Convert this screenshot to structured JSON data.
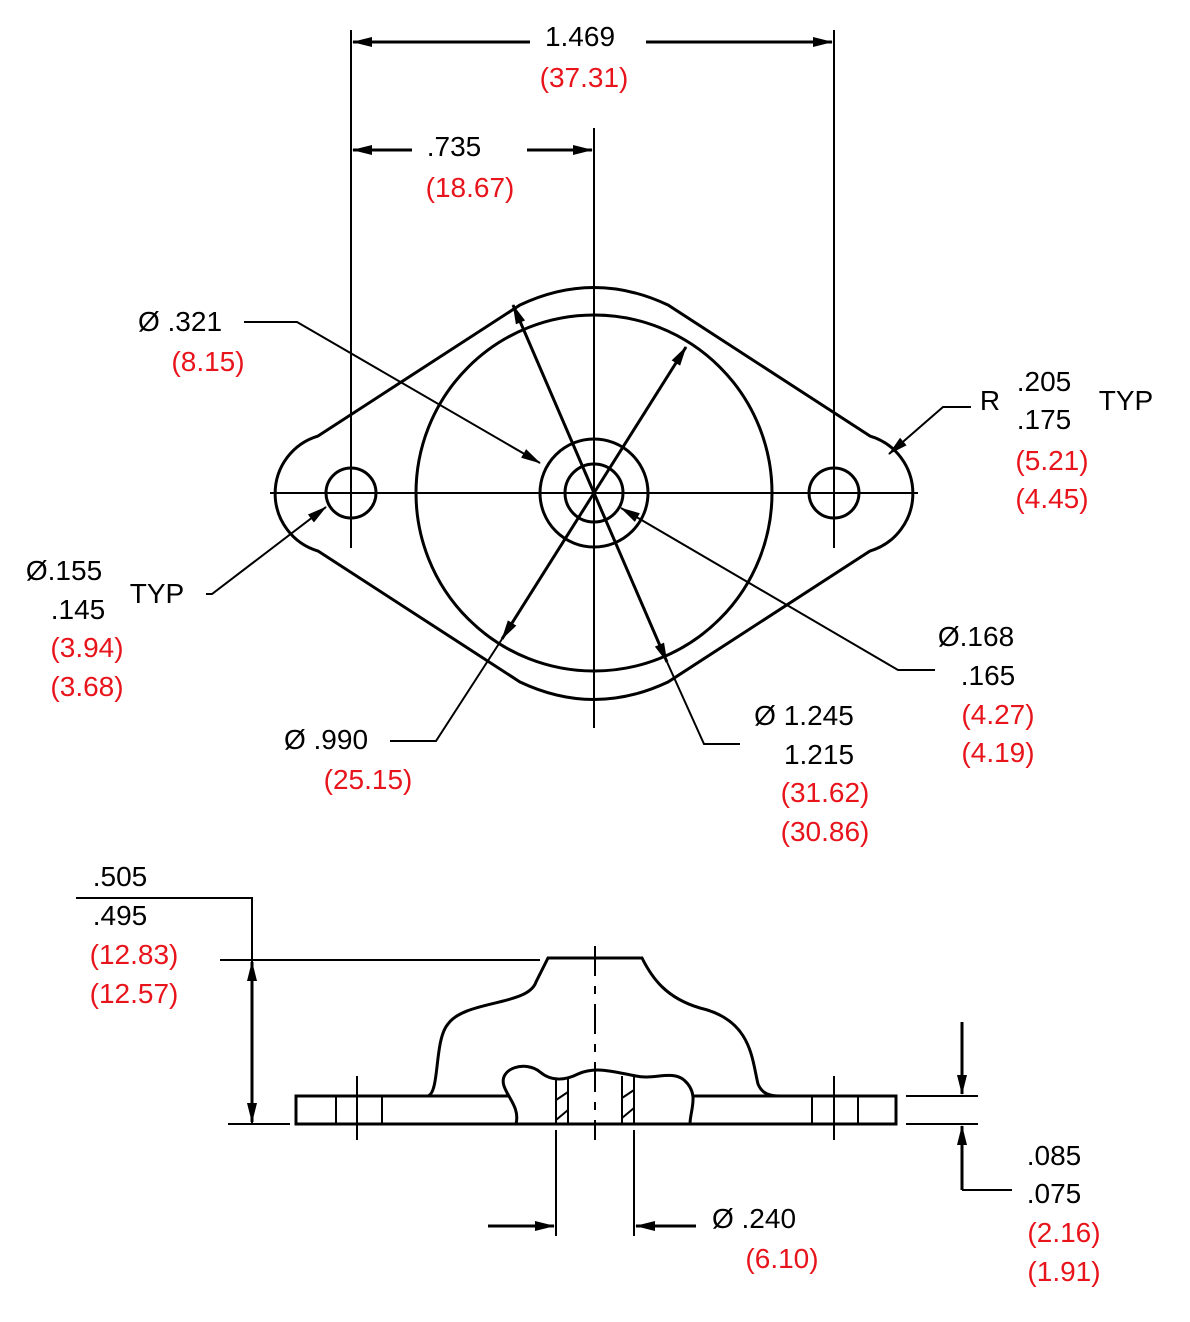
{
  "colors": {
    "line": "#000000",
    "metric": "#e8141b",
    "background": "#ffffff"
  },
  "labels": {
    "overall_width": {
      "imperial": "1.469",
      "metric": "(37.31)"
    },
    "half_width": {
      "imperial": ".735",
      "metric": "(18.67)"
    },
    "boss_dia": {
      "imperial": "Ø .321",
      "metric": "(8.15)"
    },
    "corner_radius": {
      "prefix": "R",
      "max": ".205",
      "min": ".175",
      "note": "TYP",
      "metric_max": "(5.21)",
      "metric_min": "(4.45)"
    },
    "mount_hole": {
      "max": "Ø.155",
      "min": ".145",
      "note": "TYP",
      "metric_max": "(3.94)",
      "metric_min": "(3.68)"
    },
    "center_hole": {
      "max": "Ø.168",
      "min": ".165",
      "metric_max": "(4.27)",
      "metric_min": "(4.19)"
    },
    "inner_circle": {
      "imperial": "Ø .990",
      "metric": "(25.15)"
    },
    "outer_circle": {
      "max": "Ø 1.245",
      "min": "1.215",
      "metric_max": "(31.62)",
      "metric_min": "(30.86)"
    },
    "height": {
      "max": ".505",
      "min": ".495",
      "metric_max": "(12.83)",
      "metric_min": "(12.57)"
    },
    "plate_thickness": {
      "max": ".085",
      "min": ".075",
      "metric_max": "(2.16)",
      "metric_min": "(1.91)"
    },
    "bore_dia": {
      "imperial": "Ø .240",
      "metric": "(6.10)"
    }
  }
}
